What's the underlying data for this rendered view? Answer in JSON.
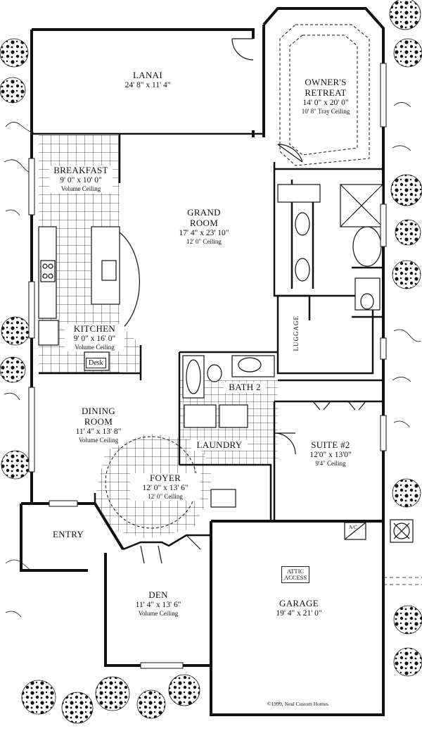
{
  "rooms": {
    "lanai": {
      "name": "LANAI",
      "dims": "24' 8\" x 11' 4\""
    },
    "owners_retreat": {
      "name1": "OWNER'S",
      "name2": "RETREAT",
      "dims": "14' 0\" x 20' 0\"",
      "ceiling": "10' 8\" Tray Ceiling"
    },
    "breakfast": {
      "name": "BREAKFAST",
      "dims": "9' 0\" x 10' 0\"",
      "ceiling": "Volume Ceiling"
    },
    "grand_room": {
      "name1": "GRAND",
      "name2": "ROOM",
      "dims": "17' 4\" x 23' 10\"",
      "ceiling": "12' 0\" Ceiling"
    },
    "kitchen": {
      "name": "KITCHEN",
      "dims": "9' 0\" x 16' 0\"",
      "ceiling": "Volume Ceiling"
    },
    "bath2": {
      "name": "BATH 2"
    },
    "dining": {
      "name1": "DINING",
      "name2": "ROOM",
      "dims": "11' 4\" x 13' 8\"",
      "ceiling": "Volume Ceiling"
    },
    "laundry": {
      "name": "LAUNDRY"
    },
    "suite2": {
      "name": "SUITE #2",
      "dims": "12'0\" x 13'0\"",
      "ceiling": "9'4\" Ceiling"
    },
    "foyer": {
      "name": "FOYER",
      "dims": "12' 0\" x 13' 6\"",
      "ceiling": "12' 0\" Ceiling"
    },
    "entry": {
      "name": "ENTRY"
    },
    "den": {
      "name": "DEN",
      "dims": "11' 4\" x 13' 6\"",
      "ceiling": "Volume Ceiling"
    },
    "garage": {
      "name": "GARAGE",
      "dims": "19' 4\" x 21' 0\""
    }
  },
  "labels": {
    "luggage": "LUGGAGE",
    "desk": "Desk",
    "attic1": "ATTIC",
    "attic2": "ACCESS",
    "ac": "A/C",
    "copyright": "©1999, Neal Custom Homes"
  }
}
